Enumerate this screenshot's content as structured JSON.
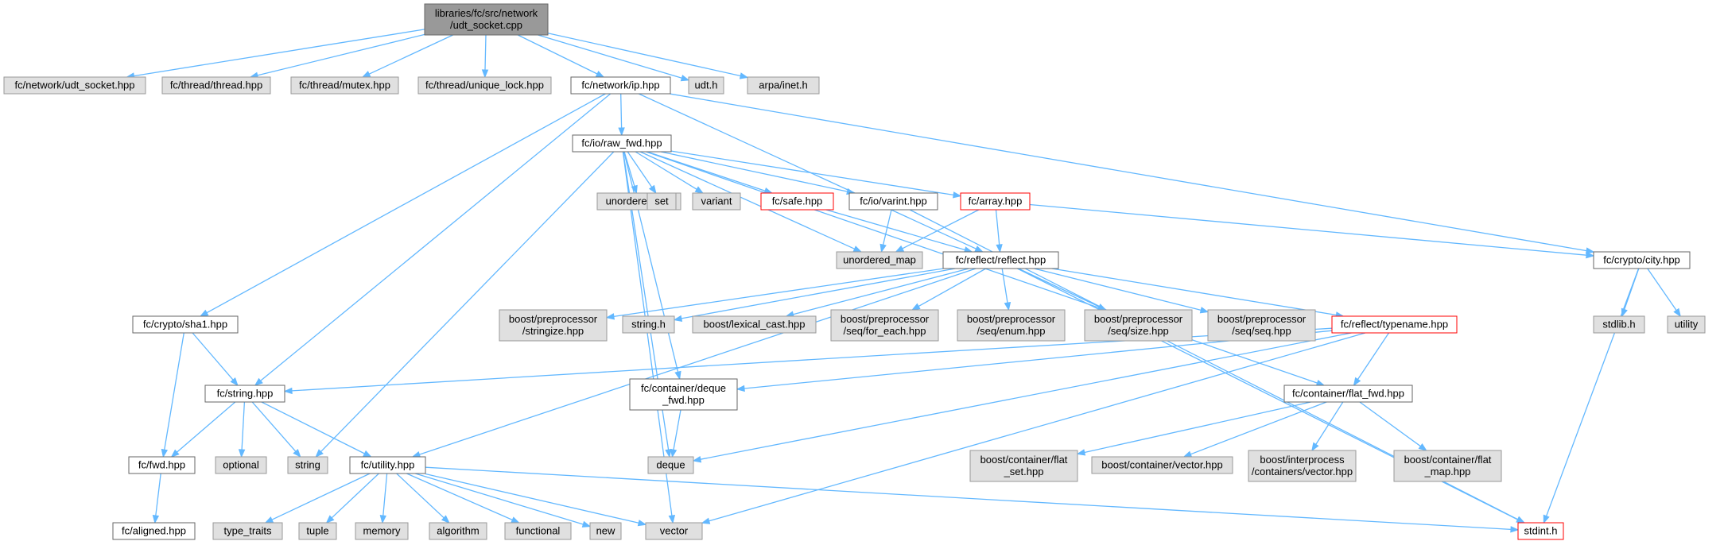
{
  "colors": {
    "root_fill": "#999999",
    "root_stroke": "#666666",
    "doc_fill": "#ffffff",
    "doc_stroke": "#666666",
    "ext_fill": "#e0e0e0",
    "ext_stroke": "#999999",
    "trunc_stroke": "#ff0000",
    "edge": "#63b8ff"
  },
  "nodes": [
    {
      "id": "root",
      "lines": [
        "libraries/fc/src/network",
        "/udt_socket.cpp"
      ],
      "kind": "root"
    },
    {
      "id": "fc_network_udt_socket_hpp",
      "lines": [
        "fc/network/udt_socket.hpp"
      ],
      "kind": "ext"
    },
    {
      "id": "fc_thread_thread_hpp",
      "lines": [
        "fc/thread/thread.hpp"
      ],
      "kind": "ext"
    },
    {
      "id": "fc_thread_mutex_hpp",
      "lines": [
        "fc/thread/mutex.hpp"
      ],
      "kind": "ext"
    },
    {
      "id": "fc_thread_unique_lock_hpp",
      "lines": [
        "fc/thread/unique_lock.hpp"
      ],
      "kind": "ext"
    },
    {
      "id": "fc_network_ip_hpp",
      "lines": [
        "fc/network/ip.hpp"
      ],
      "kind": "doc"
    },
    {
      "id": "udt_h",
      "lines": [
        "udt.h"
      ],
      "kind": "ext"
    },
    {
      "id": "arpa_inet_h",
      "lines": [
        "arpa/inet.h"
      ],
      "kind": "ext"
    },
    {
      "id": "fc_io_raw_fwd_hpp",
      "lines": [
        "fc/io/raw_fwd.hpp"
      ],
      "kind": "doc"
    },
    {
      "id": "unordered_set",
      "lines": [
        "unordered_set"
      ],
      "kind": "ext"
    },
    {
      "id": "set",
      "lines": [
        "set"
      ],
      "kind": "ext"
    },
    {
      "id": "variant",
      "lines": [
        "variant"
      ],
      "kind": "ext"
    },
    {
      "id": "fc_safe_hpp",
      "lines": [
        "fc/safe.hpp"
      ],
      "kind": "trunc"
    },
    {
      "id": "fc_io_varint_hpp",
      "lines": [
        "fc/io/varint.hpp"
      ],
      "kind": "doc"
    },
    {
      "id": "fc_array_hpp",
      "lines": [
        "fc/array.hpp"
      ],
      "kind": "trunc"
    },
    {
      "id": "unordered_map",
      "lines": [
        "unordered_map"
      ],
      "kind": "ext"
    },
    {
      "id": "fc_reflect_reflect_hpp",
      "lines": [
        "fc/reflect/reflect.hpp"
      ],
      "kind": "doc"
    },
    {
      "id": "fc_crypto_city_hpp",
      "lines": [
        "fc/crypto/city.hpp"
      ],
      "kind": "doc"
    },
    {
      "id": "fc_crypto_sha1_hpp",
      "lines": [
        "fc/crypto/sha1.hpp"
      ],
      "kind": "doc"
    },
    {
      "id": "boost_pp_stringize",
      "lines": [
        "boost/preprocessor",
        "/stringize.hpp"
      ],
      "kind": "ext"
    },
    {
      "id": "string_h",
      "lines": [
        "string.h"
      ],
      "kind": "ext"
    },
    {
      "id": "boost_lexical_cast",
      "lines": [
        "boost/lexical_cast.hpp"
      ],
      "kind": "ext"
    },
    {
      "id": "boost_pp_for_each",
      "lines": [
        "boost/preprocessor",
        "/seq/for_each.hpp"
      ],
      "kind": "ext"
    },
    {
      "id": "boost_pp_enum",
      "lines": [
        "boost/preprocessor",
        "/seq/enum.hpp"
      ],
      "kind": "ext"
    },
    {
      "id": "boost_pp_size",
      "lines": [
        "boost/preprocessor",
        "/seq/size.hpp"
      ],
      "kind": "ext"
    },
    {
      "id": "boost_pp_seq",
      "lines": [
        "boost/preprocessor",
        "/seq/seq.hpp"
      ],
      "kind": "ext"
    },
    {
      "id": "fc_reflect_typename_hpp",
      "lines": [
        "fc/reflect/typename.hpp"
      ],
      "kind": "trunc"
    },
    {
      "id": "stdlib_h",
      "lines": [
        "stdlib.h"
      ],
      "kind": "ext"
    },
    {
      "id": "utility",
      "lines": [
        "utility"
      ],
      "kind": "ext"
    },
    {
      "id": "fc_string_hpp",
      "lines": [
        "fc/string.hpp"
      ],
      "kind": "doc"
    },
    {
      "id": "fc_container_deque_fwd_hpp",
      "lines": [
        "fc/container/deque",
        "_fwd.hpp"
      ],
      "kind": "doc"
    },
    {
      "id": "fc_container_flat_fwd_hpp",
      "lines": [
        "fc/container/flat_fwd.hpp"
      ],
      "kind": "doc"
    },
    {
      "id": "fc_fwd_hpp",
      "lines": [
        "fc/fwd.hpp"
      ],
      "kind": "doc"
    },
    {
      "id": "optional",
      "lines": [
        "optional"
      ],
      "kind": "ext"
    },
    {
      "id": "string",
      "lines": [
        "string"
      ],
      "kind": "ext"
    },
    {
      "id": "fc_utility_hpp",
      "lines": [
        "fc/utility.hpp"
      ],
      "kind": "doc"
    },
    {
      "id": "deque",
      "lines": [
        "deque"
      ],
      "kind": "ext"
    },
    {
      "id": "boost_container_flat_set",
      "lines": [
        "boost/container/flat",
        "_set.hpp"
      ],
      "kind": "ext"
    },
    {
      "id": "boost_container_vector",
      "lines": [
        "boost/container/vector.hpp"
      ],
      "kind": "ext"
    },
    {
      "id": "boost_interprocess_vector",
      "lines": [
        "boost/interprocess",
        "/containers/vector.hpp"
      ],
      "kind": "ext"
    },
    {
      "id": "boost_container_flat_map",
      "lines": [
        "boost/container/flat",
        "_map.hpp"
      ],
      "kind": "ext"
    },
    {
      "id": "fc_aligned_hpp",
      "lines": [
        "fc/aligned.hpp"
      ],
      "kind": "doc"
    },
    {
      "id": "type_traits",
      "lines": [
        "type_traits"
      ],
      "kind": "ext"
    },
    {
      "id": "tuple",
      "lines": [
        "tuple"
      ],
      "kind": "ext"
    },
    {
      "id": "memory",
      "lines": [
        "memory"
      ],
      "kind": "ext"
    },
    {
      "id": "algorithm",
      "lines": [
        "algorithm"
      ],
      "kind": "ext"
    },
    {
      "id": "functional",
      "lines": [
        "functional"
      ],
      "kind": "ext"
    },
    {
      "id": "new",
      "lines": [
        "new"
      ],
      "kind": "ext"
    },
    {
      "id": "vector",
      "lines": [
        "vector"
      ],
      "kind": "ext"
    },
    {
      "id": "stdint_h",
      "lines": [
        "stdint.h"
      ],
      "kind": "trunc"
    }
  ],
  "edges": [
    [
      "root",
      "fc_network_udt_socket_hpp"
    ],
    [
      "root",
      "fc_thread_thread_hpp"
    ],
    [
      "root",
      "fc_thread_mutex_hpp"
    ],
    [
      "root",
      "fc_thread_unique_lock_hpp"
    ],
    [
      "root",
      "fc_network_ip_hpp"
    ],
    [
      "root",
      "udt_h"
    ],
    [
      "root",
      "arpa_inet_h"
    ],
    [
      "fc_network_ip_hpp",
      "fc_io_raw_fwd_hpp"
    ],
    [
      "fc_network_ip_hpp",
      "fc_crypto_sha1_hpp"
    ],
    [
      "fc_network_ip_hpp",
      "fc_string_hpp"
    ],
    [
      "fc_network_ip_hpp",
      "fc_reflect_reflect_hpp"
    ],
    [
      "fc_network_ip_hpp",
      "fc_crypto_city_hpp"
    ],
    [
      "fc_io_raw_fwd_hpp",
      "unordered_set"
    ],
    [
      "fc_io_raw_fwd_hpp",
      "set"
    ],
    [
      "fc_io_raw_fwd_hpp",
      "variant"
    ],
    [
      "fc_io_raw_fwd_hpp",
      "fc_safe_hpp"
    ],
    [
      "fc_io_raw_fwd_hpp",
      "fc_io_varint_hpp"
    ],
    [
      "fc_io_raw_fwd_hpp",
      "fc_array_hpp"
    ],
    [
      "fc_io_raw_fwd_hpp",
      "unordered_map"
    ],
    [
      "fc_io_raw_fwd_hpp",
      "fc_container_flat_fwd_hpp"
    ],
    [
      "fc_io_raw_fwd_hpp",
      "fc_container_deque_fwd_hpp"
    ],
    [
      "fc_io_raw_fwd_hpp",
      "deque"
    ],
    [
      "fc_io_raw_fwd_hpp",
      "vector"
    ],
    [
      "fc_io_raw_fwd_hpp",
      "string"
    ],
    [
      "fc_safe_hpp",
      "fc_reflect_reflect_hpp"
    ],
    [
      "fc_io_varint_hpp",
      "unordered_map"
    ],
    [
      "fc_io_varint_hpp",
      "stdint_h"
    ],
    [
      "fc_array_hpp",
      "unordered_map"
    ],
    [
      "fc_array_hpp",
      "fc_reflect_reflect_hpp"
    ],
    [
      "fc_array_hpp",
      "fc_crypto_city_hpp"
    ],
    [
      "fc_reflect_reflect_hpp",
      "boost_pp_stringize"
    ],
    [
      "fc_reflect_reflect_hpp",
      "string_h"
    ],
    [
      "fc_reflect_reflect_hpp",
      "boost_lexical_cast"
    ],
    [
      "fc_reflect_reflect_hpp",
      "boost_pp_for_each"
    ],
    [
      "fc_reflect_reflect_hpp",
      "boost_pp_enum"
    ],
    [
      "fc_reflect_reflect_hpp",
      "boost_pp_size"
    ],
    [
      "fc_reflect_reflect_hpp",
      "boost_pp_seq"
    ],
    [
      "fc_reflect_reflect_hpp",
      "fc_reflect_typename_hpp"
    ],
    [
      "fc_reflect_reflect_hpp",
      "fc_utility_hpp"
    ],
    [
      "fc_reflect_reflect_hpp",
      "stdint_h"
    ],
    [
      "fc_crypto_city_hpp",
      "stdlib_h"
    ],
    [
      "fc_crypto_city_hpp",
      "utility"
    ],
    [
      "fc_crypto_city_hpp",
      "stdint_h"
    ],
    [
      "fc_crypto_sha1_hpp",
      "fc_string_hpp"
    ],
    [
      "fc_crypto_sha1_hpp",
      "fc_fwd_hpp"
    ],
    [
      "fc_reflect_typename_hpp",
      "fc_string_hpp"
    ],
    [
      "fc_reflect_typename_hpp",
      "fc_container_deque_fwd_hpp"
    ],
    [
      "fc_reflect_typename_hpp",
      "fc_container_flat_fwd_hpp"
    ],
    [
      "fc_reflect_typename_hpp",
      "deque"
    ],
    [
      "fc_reflect_typename_hpp",
      "vector"
    ],
    [
      "fc_string_hpp",
      "fc_fwd_hpp"
    ],
    [
      "fc_string_hpp",
      "optional"
    ],
    [
      "fc_string_hpp",
      "string"
    ],
    [
      "fc_string_hpp",
      "fc_utility_hpp"
    ],
    [
      "fc_container_deque_fwd_hpp",
      "deque"
    ],
    [
      "fc_container_flat_fwd_hpp",
      "boost_container_flat_set"
    ],
    [
      "fc_container_flat_fwd_hpp",
      "boost_container_vector"
    ],
    [
      "fc_container_flat_fwd_hpp",
      "boost_interprocess_vector"
    ],
    [
      "fc_container_flat_fwd_hpp",
      "boost_container_flat_map"
    ],
    [
      "fc_fwd_hpp",
      "fc_aligned_hpp"
    ],
    [
      "fc_utility_hpp",
      "type_traits"
    ],
    [
      "fc_utility_hpp",
      "tuple"
    ],
    [
      "fc_utility_hpp",
      "memory"
    ],
    [
      "fc_utility_hpp",
      "algorithm"
    ],
    [
      "fc_utility_hpp",
      "functional"
    ],
    [
      "fc_utility_hpp",
      "new"
    ],
    [
      "fc_utility_hpp",
      "vector"
    ],
    [
      "fc_utility_hpp",
      "stdint_h"
    ]
  ]
}
